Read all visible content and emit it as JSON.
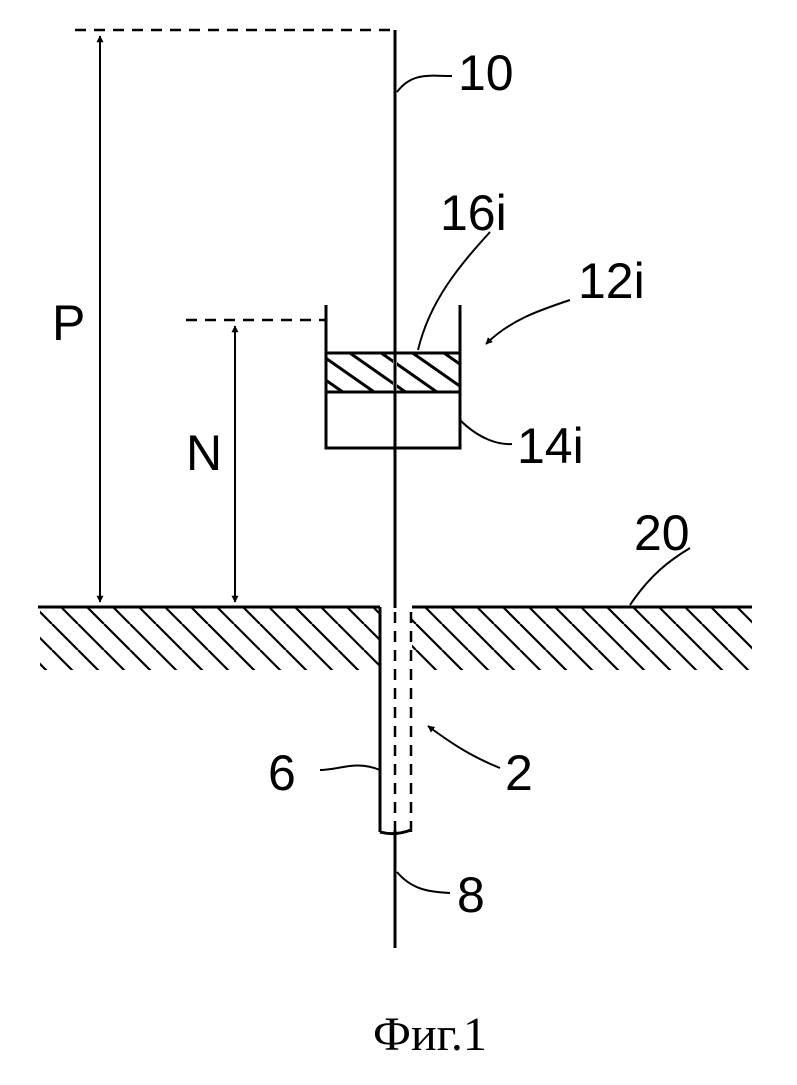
{
  "labels": {
    "axis_top": "10",
    "axis_bottom": "8",
    "layer_top": "16i",
    "device": "12i",
    "container": "14i",
    "ground": "20",
    "pipe": "6",
    "pipe_assembly": "2",
    "height_p": "P",
    "height_n": "N"
  },
  "caption": "Фиг.1"
}
